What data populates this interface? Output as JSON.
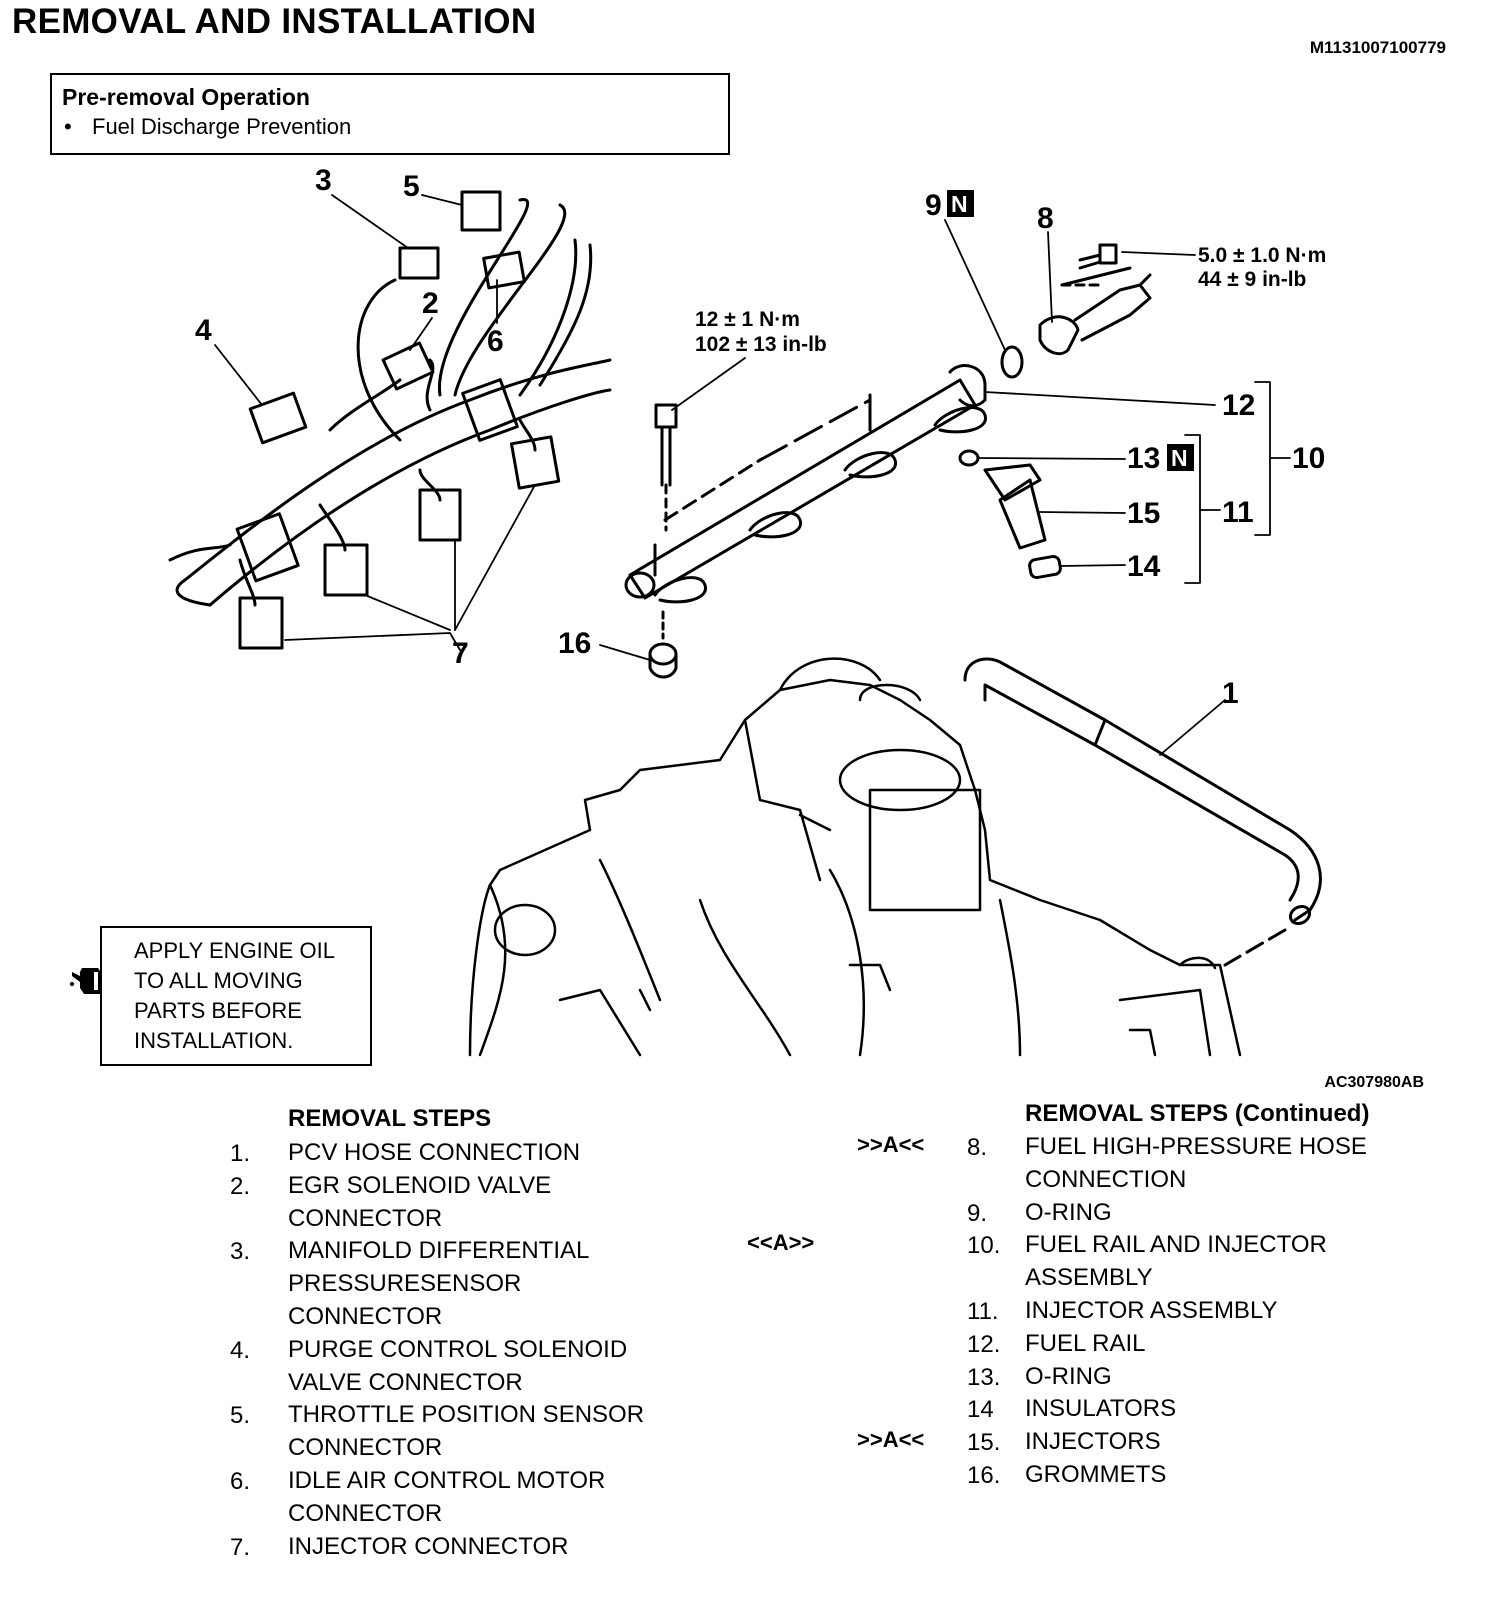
{
  "header": {
    "title": "REMOVAL AND INSTALLATION",
    "doc_id": "M1131007100779"
  },
  "pre_removal": {
    "title": "Pre-removal Operation",
    "item": "Fuel Discharge Prevention"
  },
  "diagram": {
    "figure_id": "AC307980AB",
    "callouts": {
      "c1": "1",
      "c2": "2",
      "c3": "3",
      "c4": "4",
      "c5": "5",
      "c6": "6",
      "c7": "7",
      "c8": "8",
      "c9": "9",
      "c10": "10",
      "c11": "11",
      "c12": "12",
      "c13": "13",
      "c14": "14",
      "c15": "15",
      "c16": "16",
      "badge": "N"
    },
    "torque_bolt_line1": "12 ± 1 N·m",
    "torque_bolt_line2": "102 ± 13 in-lb",
    "torque_hose_line1": "5.0 ± 1.0 N·m",
    "torque_hose_line2": "44 ± 9 in-lb"
  },
  "note": {
    "lines": [
      "APPLY ENGINE OIL",
      "TO ALL MOVING",
      "PARTS BEFORE",
      "INSTALLATION."
    ],
    "icon": "oil-can-icon"
  },
  "steps_left": {
    "heading": "REMOVAL STEPS",
    "items": [
      {
        "num": "1.",
        "lines": [
          "PCV HOSE CONNECTION"
        ]
      },
      {
        "num": "2.",
        "lines": [
          "EGR SOLENOID VALVE",
          "CONNECTOR"
        ]
      },
      {
        "num": "3.",
        "lines": [
          "MANIFOLD DIFFERENTIAL",
          "PRESSURESENSOR",
          "CONNECTOR"
        ]
      },
      {
        "num": "4.",
        "lines": [
          "PURGE CONTROL SOLENOID",
          "VALVE CONNECTOR"
        ]
      },
      {
        "num": "5.",
        "lines": [
          "THROTTLE POSITION SENSOR",
          "CONNECTOR"
        ]
      },
      {
        "num": "6.",
        "lines": [
          "IDLE AIR CONTROL MOTOR",
          "CONNECTOR"
        ]
      },
      {
        "num": "7.",
        "lines": [
          "INJECTOR CONNECTOR"
        ]
      }
    ]
  },
  "steps_right": {
    "heading": "REMOVAL STEPS (Continued)",
    "items": [
      {
        "tag": ">>A<<",
        "num": "8.",
        "lines": [
          "FUEL HIGH-PRESSURE HOSE",
          "CONNECTION"
        ]
      },
      {
        "tag": "",
        "num": "9.",
        "lines": [
          "O-RING"
        ]
      },
      {
        "tag": "<<A>>",
        "num": "10.",
        "lines": [
          "FUEL RAIL AND INJECTOR",
          "ASSEMBLY"
        ]
      },
      {
        "tag": "",
        "num": "11.",
        "lines": [
          "INJECTOR ASSEMBLY"
        ]
      },
      {
        "tag": "",
        "num": "12.",
        "lines": [
          "FUEL RAIL"
        ]
      },
      {
        "tag": "",
        "num": "13.",
        "lines": [
          "O-RING"
        ]
      },
      {
        "tag": "",
        "num": "14",
        "lines": [
          "INSULATORS"
        ]
      },
      {
        "tag": ">>A<<",
        "num": "15.",
        "lines": [
          "INJECTORS"
        ]
      },
      {
        "tag": "",
        "num": "16.",
        "lines": [
          "GROMMETS"
        ]
      }
    ]
  }
}
